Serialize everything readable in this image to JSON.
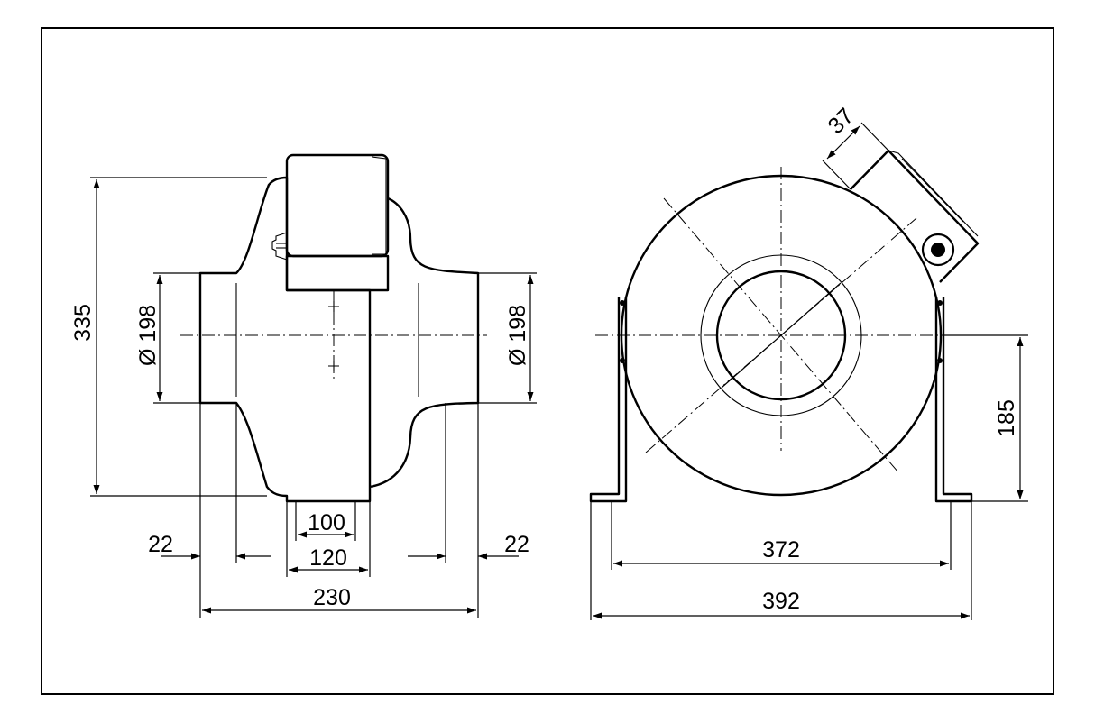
{
  "dimensions": {
    "height_total": "335",
    "diameter_left": "Ø 198",
    "diameter_right": "Ø 198",
    "inner_width": "100",
    "box_width": "120",
    "flange_left": "22",
    "flange_right": "22",
    "total_width": "230",
    "terminal_box": "37",
    "axis_height": "185",
    "foot_inner": "372",
    "foot_outer": "392"
  },
  "colors": {
    "line": "#000000",
    "background": "#ffffff"
  }
}
